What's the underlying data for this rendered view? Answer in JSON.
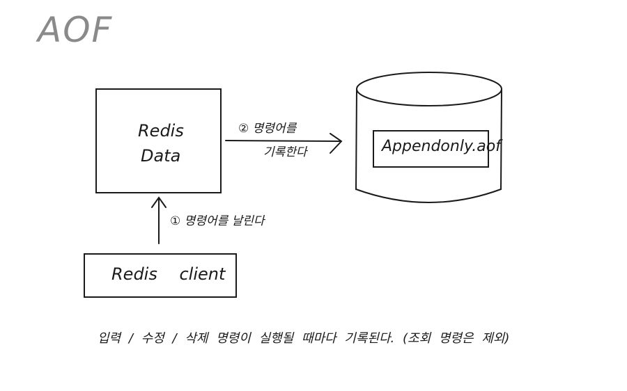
{
  "title": "AOF",
  "redis_data": {
    "line1": "Redis",
    "line2": "Data"
  },
  "redis_client": "Redis client",
  "aof_file": "Appendonly.aof",
  "step2": {
    "line1": "② 명령어를",
    "line2": "기록한다"
  },
  "step1": "① 명령어를 날린다",
  "note": "입력 / 수정 / 삭제 명령이 실행될 때마다 기록된다. (조회 명령은 제외)"
}
